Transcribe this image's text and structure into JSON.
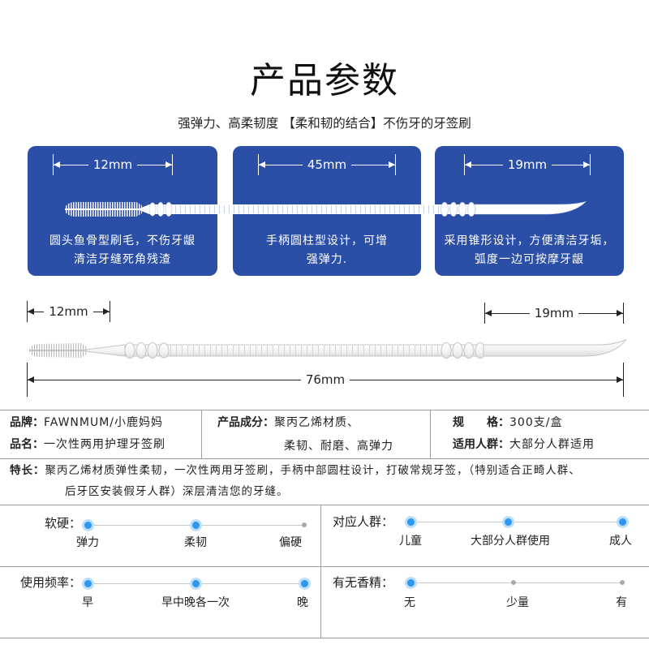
{
  "title": "产品参数",
  "subtitle": "强弹力、高柔韧度 【柔和韧的结合】不伤牙的牙签刷",
  "cards": [
    {
      "dimension": "12mm",
      "lines": [
        "圆头鱼骨型刷毛，不伤牙龈",
        "清洁牙缝死角残渣"
      ]
    },
    {
      "dimension": "45mm",
      "lines": [
        "手柄圆柱型设计，可增",
        "强弹力."
      ]
    },
    {
      "dimension": "19mm",
      "lines": [
        "采用锥形设计，方便清洁牙垢，",
        "弧度一边可按摩牙龈"
      ]
    }
  ],
  "diagram": {
    "head_length": "12mm",
    "tip_length": "19mm",
    "total_length": "76mm"
  },
  "specs": {
    "brand": {
      "label": "品牌：",
      "value": "FAWNMUM/小鹿妈妈"
    },
    "product_name": {
      "label": "品名：",
      "value": "一次性两用护理牙签刷"
    },
    "material": {
      "label": "产品成分：",
      "value_lines": [
        "聚丙乙烯材质、",
        "柔韧、耐磨、高弹力"
      ]
    },
    "size": {
      "label": "规　　格：",
      "value": "300支/盒"
    },
    "audience": {
      "label": "适用人群：",
      "value": "大部分人群适用"
    }
  },
  "feature": {
    "label": "特长：",
    "lines": [
      "聚丙乙烯材质弹性柔韧，一次性两用牙签刷，手柄中部圆柱设计，打破常规牙签，（特别适合正畸人群、",
      "后牙区安装假牙人群）深层清洁您的牙缝。"
    ]
  },
  "ratings": [
    {
      "label": "软硬：",
      "options": [
        {
          "text": "弹力",
          "selected": true
        },
        {
          "text": "柔韧",
          "selected": true
        },
        {
          "text": "偏硬",
          "selected": false
        }
      ]
    },
    {
      "label": "对应人群：",
      "options": [
        {
          "text": "儿童",
          "selected": true
        },
        {
          "text": "大部分人群使用",
          "selected": true
        },
        {
          "text": "成人",
          "selected": true
        }
      ]
    },
    {
      "label": "使用频率：",
      "options": [
        {
          "text": "早",
          "selected": true
        },
        {
          "text": "早中晚各一次",
          "selected": true
        },
        {
          "text": "晚",
          "selected": true
        }
      ]
    },
    {
      "label": "有无香精：",
      "options": [
        {
          "text": "无",
          "selected": true
        },
        {
          "text": "少量",
          "selected": false
        },
        {
          "text": "有",
          "selected": false
        }
      ]
    }
  ],
  "colors": {
    "card_background": "#2b4fa6",
    "card_text": "#ffffff",
    "dot_selected": "#2f97ee",
    "dot_selected_halo": "#bcdff9",
    "dot_unselected": "#a9a9a9",
    "table_rule": "#a0a0a0"
  }
}
